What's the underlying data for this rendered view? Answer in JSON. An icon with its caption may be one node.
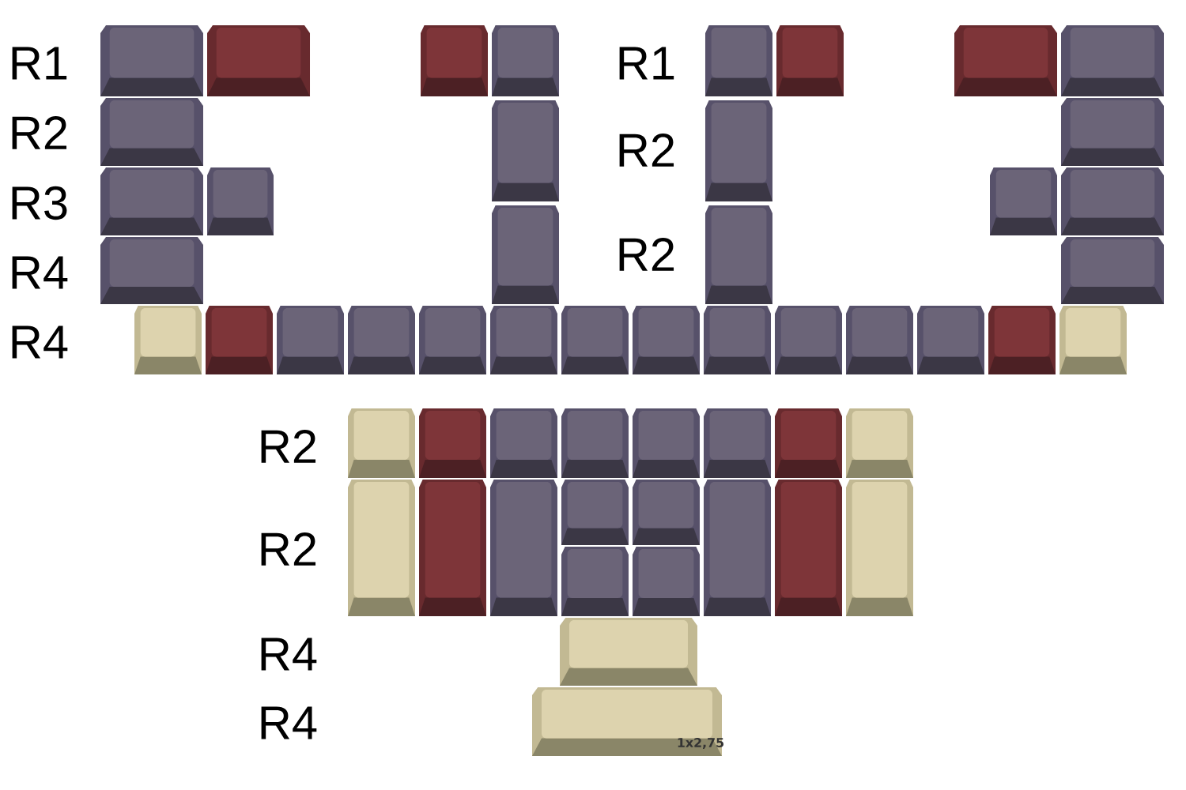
{
  "diagram": {
    "labels": [
      "R1",
      "R1",
      "R2",
      "R2",
      "R3",
      "R2",
      "R4",
      "R4",
      "R2",
      "R2",
      "R4",
      "R4",
      "1x2,75"
    ]
  }
}
